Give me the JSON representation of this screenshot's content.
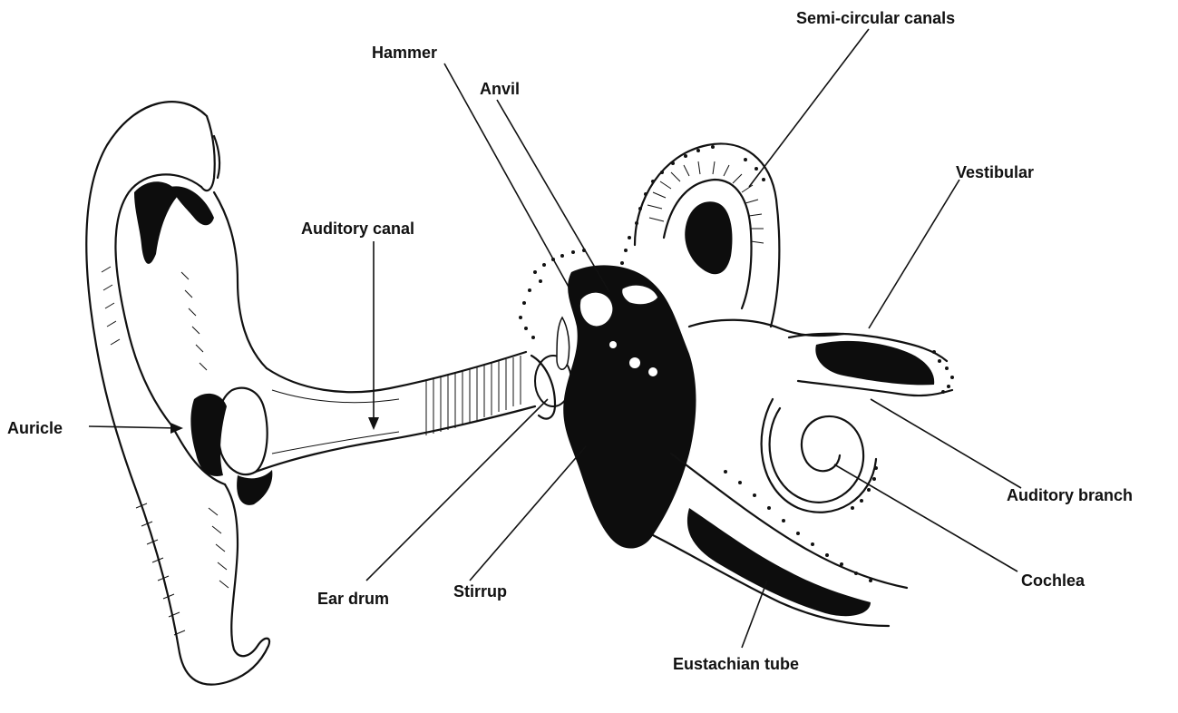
{
  "labels": {
    "semicircular_canals": "Semi-circular canals",
    "hammer": "Hammer",
    "anvil": "Anvil",
    "vestibular": "Vestibular",
    "auditory_canal": "Auditory canal",
    "auricle": "Auricle",
    "auditory_branch": "Auditory branch",
    "cochlea": "Cochlea",
    "ear_drum": "Ear drum",
    "stirrup": "Stirrup",
    "eustachian_tube": "Eustachian tube"
  },
  "colors": {
    "ink": "#111111",
    "background": "#ffffff"
  }
}
